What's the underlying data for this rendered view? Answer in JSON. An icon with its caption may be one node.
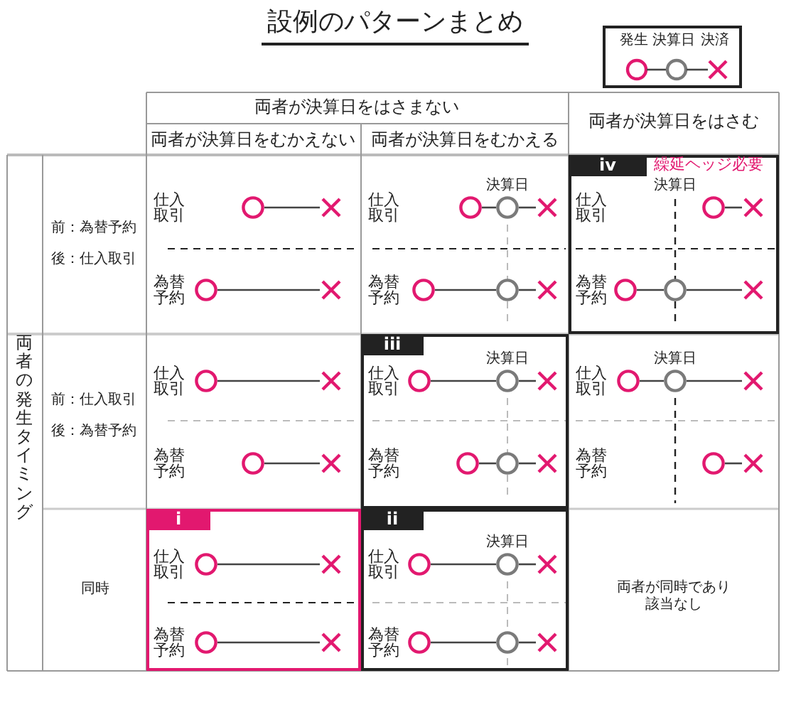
{
  "diagram": {
    "title": "設例のパターンまとめ",
    "nodes": [
      {
        "text": [],
        "shape": "circle"
      },
      {
        "text": [],
        "shape": "cross"
      },
      {
        "text": [],
        "shape": "circle"
      },
      {
        "text": [],
        "shape": "cross"
      },
      {
        "text": [],
        "shape": "circle"
      },
      {
        "text": [],
        "shape": "circle"
      },
      {
        "text": [],
        "shape": "cross"
      },
      {
        "text": [],
        "shape": "circle"
      },
      {
        "text": [],
        "shape": "circle"
      },
      {
        "text": [],
        "shape": "cross"
      },
      {
        "text": [
          "iv",
          "繰延ヘッジ必要",
          "決算日",
          "仕入取引",
          "為替予約"
        ]
      },
      {
        "text": [],
        "shape": "circle",
        "in": 10
      },
      {
        "text": [],
        "shape": "cross",
        "in": 10
      },
      {
        "text": [],
        "shape": "circle",
        "in": 10
      },
      {
        "text": [],
        "shape": "circle",
        "in": 10
      },
      {
        "text": [],
        "shape": "cross",
        "in": 10
      },
      {
        "text": [],
        "shape": "circle"
      },
      {
        "text": [],
        "shape": "cross"
      },
      {
        "text": [],
        "shape": "circle"
      },
      {
        "text": [],
        "shape": "cross"
      },
      {
        "text": [
          "iii",
          "決算日",
          "仕入取引",
          "為替予約"
        ]
      },
      {
        "text": [],
        "shape": "circle",
        "in": 20
      },
      {
        "text": [],
        "shape": "circle",
        "in": 20
      },
      {
        "text": [],
        "shape": "cross",
        "in": 20
      },
      {
        "text": [],
        "shape": "circle",
        "in": 20
      },
      {
        "text": [],
        "shape": "circle",
        "in": 20
      },
      {
        "text": [],
        "shape": "cross",
        "in": 20
      },
      {
        "text": [],
        "shape": "circle"
      },
      {
        "text": [],
        "shape": "circle"
      },
      {
        "text": [],
        "shape": "cross"
      },
      {
        "text": [],
        "shape": "circle"
      },
      {
        "text": [],
        "shape": "cross"
      },
      {
        "text": [
          "i",
          "仕入取引",
          "為替予約"
        ]
      },
      {
        "text": [],
        "shape": "circle",
        "in": 32
      },
      {
        "text": [],
        "shape": "cross",
        "in": 32
      },
      {
        "text": [],
        "shape": "circle",
        "in": 32
      },
      {
        "text": [],
        "shape": "cross",
        "in": 32
      },
      {
        "text": [
          "ii",
          "決算日",
          "仕入取引",
          "為替予約"
        ]
      },
      {
        "text": [],
        "shape": "circle",
        "in": 37
      },
      {
        "text": [],
        "shape": "circle",
        "in": 37
      },
      {
        "text": [],
        "shape": "cross",
        "in": 37
      },
      {
        "text": [],
        "shape": "circle",
        "in": 37
      },
      {
        "text": [],
        "shape": "circle",
        "in": 37
      },
      {
        "text": [],
        "shape": "cross",
        "in": 37
      }
    ],
    "edges": [
      {
        "from": 0,
        "to": 1,
        "arrow": "none"
      },
      {
        "from": 2,
        "to": 3,
        "arrow": "none"
      },
      {
        "from": 4,
        "to": 5,
        "arrow": "none"
      },
      {
        "from": 5,
        "to": 6,
        "arrow": "none"
      },
      {
        "from": 7,
        "to": 8,
        "arrow": "none"
      },
      {
        "from": 8,
        "to": 9,
        "arrow": "none"
      },
      {
        "from": 11,
        "to": 12,
        "arrow": "none"
      },
      {
        "from": 13,
        "to": 14,
        "arrow": "none"
      },
      {
        "from": 14,
        "to": 15,
        "arrow": "none"
      },
      {
        "from": 16,
        "to": 17,
        "arrow": "none"
      },
      {
        "from": 18,
        "to": 19,
        "arrow": "none"
      },
      {
        "from": 21,
        "to": 22,
        "arrow": "none"
      },
      {
        "from": 22,
        "to": 23,
        "arrow": "none"
      },
      {
        "from": 24,
        "to": 25,
        "arrow": "none"
      },
      {
        "from": 25,
        "to": 26,
        "arrow": "none"
      },
      {
        "from": 27,
        "to": 28,
        "arrow": "none"
      },
      {
        "from": 28,
        "to": 29,
        "arrow": "none"
      },
      {
        "from": 30,
        "to": 31,
        "arrow": "none"
      },
      {
        "from": 33,
        "to": 34,
        "arrow": "none"
      },
      {
        "from": 35,
        "to": 36,
        "arrow": "none"
      },
      {
        "from": 38,
        "to": 39,
        "arrow": "none"
      },
      {
        "from": 39,
        "to": 40,
        "arrow": "none"
      },
      {
        "from": 41,
        "to": 42,
        "arrow": "none"
      },
      {
        "from": 42,
        "to": 43,
        "arrow": "none"
      }
    ],
    "labels": [
      "両者が決算日をはさまない",
      "両者が決算日をはさむ",
      "両者が決算日をむかえない",
      "両者が決算日をむかえる",
      "両者の発生タイミング",
      "前：為替予約",
      "後：仕入取引",
      "仕入取引",
      "為替予約",
      "決算日",
      "仕入取引",
      "為替予約",
      "前：仕入取引",
      "後：為替予約",
      "仕入取引",
      "為替予約",
      "決算日",
      "仕入取引",
      "為替予約",
      "同時",
      "両者が同時であり該当なし"
    ],
    "legend": [
      {
        "text": "発生"
      },
      {
        "text": "決算日"
      },
      {
        "text": "決済"
      }
    ]
  }
}
